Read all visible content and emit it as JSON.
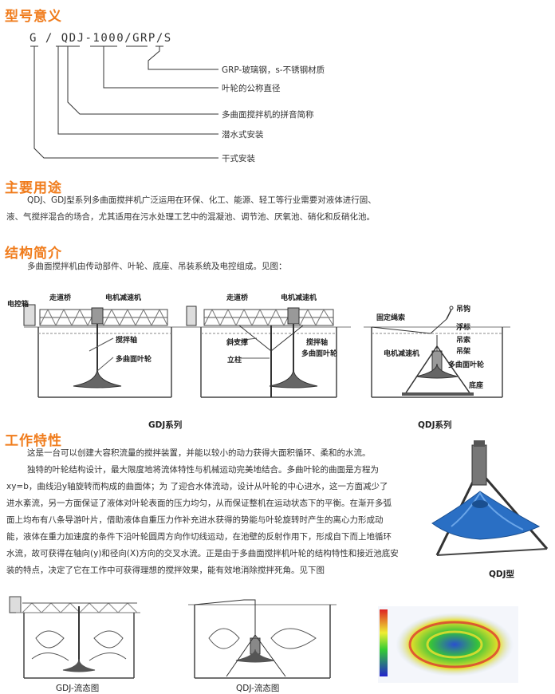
{
  "model": {
    "title": "型号意义",
    "code": "G / QDJ-1000/GRP/S",
    "legend": [
      "GRP-玻璃钢，s-不锈钢材质",
      "叶轮的公称直径",
      "多曲面搅拌机的拼音简称",
      "潜水式安装",
      "干式安装"
    ]
  },
  "usage": {
    "title": "主要用途",
    "line1": "QDJ、GDJ型系列多曲面搅拌机广泛运用在环保、化工、能源、轻工等行业需要对液体进行固、",
    "line2": "液、气搅拌混合的场合，尤其适用在污水处理工艺中的混凝池、调节池、厌氧池、硝化和反硝化池。"
  },
  "structure": {
    "title": "结构简介",
    "intro": "多曲面搅拌机由传动部件、叶轮、底座、吊装系统及电控组成。见图：",
    "gdj1": {
      "control_box": "电控箱",
      "walkway": "走道桥",
      "motor": "电机减速机",
      "shaft": "搅拌轴",
      "impeller": "多曲面叶轮"
    },
    "gdj2": {
      "walkway": "走道桥",
      "motor": "电机减速机",
      "brace": "斜支撑",
      "shaft": "搅拌轴",
      "impeller": "多曲面叶轮",
      "column": "立柱"
    },
    "qdj": {
      "hook": "吊钩",
      "rope": "固定绳索",
      "float": "浮标",
      "cable": "吊索",
      "frame": "吊架",
      "motor": "电机减速机",
      "impeller": "多曲面叶轮",
      "base": "底座"
    },
    "caption_gdj": "GDJ系列",
    "caption_qdj": "QDJ系列"
  },
  "features": {
    "title": "工作特性",
    "lines": [
      "这是一台可以创建大容积流量的搅拌装置，并能以较小的动力获得大面积循环、柔和的水流。",
      "独特的叶轮结构设计，最大限度地将流体特性与机械运动完美地结合。多曲叶轮的曲面是方程为",
      "xy=b，曲线沿y轴旋转而构成的曲面体；为     了迎合水体流动，设计从叶轮的中心进水，这一方面减少了",
      "进水紊流，另一方面保证了液体对叶轮表面的压力均匀，从而保证整机在运动状态下的平衡。在渐开多弧",
      "面上均布有八条导游叶片，借助液体自重压力作补充进水获得的势能与叶轮旋转时产生的离心力形成动",
      "能，液体在重力加速度的条件下沿叶轮圆周方向作切线运动，在池壁的反射作用下，形成自下而上地循环",
      "水流，故可获得在轴向(y)和径向(X)方向的交叉水流。正是由于多曲面搅拌机叶轮的结构特性和接近池底安",
      "装的特点，决定了它在工作中可获得理想的搅拌效果，能有效地消除搅拌死角。见下图"
    ],
    "photo_caption": "QDJ型"
  },
  "flow": {
    "gdj": "GDJ-流态图",
    "qdj": "QDJ-流态图"
  },
  "colors": {
    "accent": "#f07c1c",
    "impeller": "#1f5fb0"
  }
}
